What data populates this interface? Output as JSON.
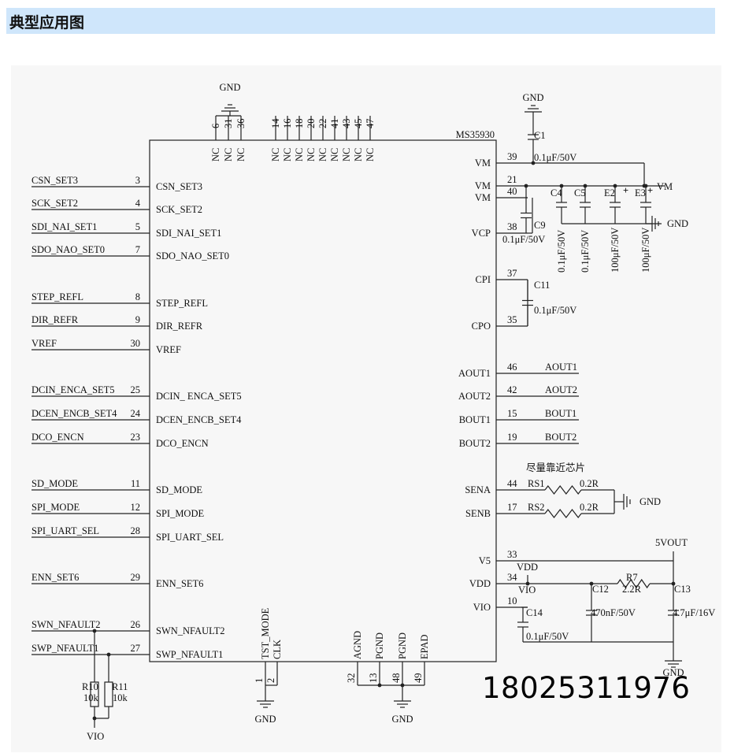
{
  "section_title": "典型应用图",
  "phone_number": "18025311976",
  "chip": {
    "name": "MS35930",
    "left_pins": [
      {
        "net": "CSN_SET3",
        "num": "3",
        "label": "CSN_SET3"
      },
      {
        "net": "SCK_SET2",
        "num": "4",
        "label": "SCK_SET2"
      },
      {
        "net": "SDI_NAI_SET1",
        "num": "5",
        "label": "SDI_NAI_SET1"
      },
      {
        "net": "SDO_NAO_SET0",
        "num": "7",
        "label": "SDO_NAO_SET0"
      },
      {
        "net": "STEP_REFL",
        "num": "8",
        "label": "STEP_REFL"
      },
      {
        "net": "DIR_REFR",
        "num": "9",
        "label": "DIR_REFR"
      },
      {
        "net": "VREF",
        "num": "30",
        "label": "VREF"
      },
      {
        "net": "DCIN_ENCA_SET5",
        "num": "25",
        "label": "DCIN_ ENCA_SET5"
      },
      {
        "net": "DCEN_ENCB_SET4",
        "num": "24",
        "label": "DCEN_ENCB_SET4"
      },
      {
        "net": "DCO_ENCN",
        "num": "23",
        "label": "DCO_ENCN"
      },
      {
        "net": "SD_MODE",
        "num": "11",
        "label": "SD_MODE"
      },
      {
        "net": "SPI_MODE",
        "num": "12",
        "label": "SPI_MODE"
      },
      {
        "net": "SPI_UART_SEL",
        "num": "28",
        "label": "SPI_UART_SEL"
      },
      {
        "net": "ENN_SET6",
        "num": "29",
        "label": "ENN_SET6"
      },
      {
        "net": "SWN_NFAULT2",
        "num": "26",
        "label": "SWN_NFAULT2"
      },
      {
        "net": "SWP_NFAULT1",
        "num": "27",
        "label": "SWP_NFAULT1"
      }
    ],
    "right_pins": [
      {
        "label": "VM",
        "num": "39"
      },
      {
        "label": "VM",
        "num": "21"
      },
      {
        "label": "VM",
        "num": "40"
      },
      {
        "label": "VCP",
        "num": "38"
      },
      {
        "label": "CPI",
        "num": "37"
      },
      {
        "label": "CPO",
        "num": "35"
      },
      {
        "label": "AOUT1",
        "num": "46",
        "net": "AOUT1"
      },
      {
        "label": "AOUT2",
        "num": "42",
        "net": "AOUT2"
      },
      {
        "label": "BOUT1",
        "num": "15",
        "net": "BOUT1"
      },
      {
        "label": "BOUT2",
        "num": "19",
        "net": "BOUT2"
      },
      {
        "label": "SENA",
        "num": "44"
      },
      {
        "label": "SENB",
        "num": "17"
      },
      {
        "label": "V5",
        "num": "33"
      },
      {
        "label": "VDD",
        "num": "34"
      },
      {
        "label": "VIO",
        "num": "10"
      }
    ],
    "top_nc_left": [
      "6",
      "31",
      "36"
    ],
    "top_nc_right": [
      "14",
      "16",
      "18",
      "20",
      "22",
      "41",
      "43",
      "45",
      "47"
    ],
    "nc_label": "NC",
    "bottom_pins": [
      {
        "label": "TST_MODE",
        "num": "1"
      },
      {
        "label": "CLK",
        "num": "2"
      },
      {
        "label": "AGND",
        "num": "32"
      },
      {
        "label": "PGND",
        "num": "13"
      },
      {
        "label": "PGND",
        "num": "48"
      },
      {
        "label": "EPAD",
        "num": "49"
      }
    ]
  },
  "components": {
    "c1": {
      "ref": "C1",
      "value": "0.1μF/50V"
    },
    "c4": {
      "ref": "C4",
      "value": "0.1μF/50V"
    },
    "c5": {
      "ref": "C5",
      "value": "0.1μF/50V"
    },
    "e2": {
      "ref": "E2",
      "value": "100μF/50V"
    },
    "e3": {
      "ref": "E3",
      "value": "100μF/50V"
    },
    "c9": {
      "ref": "C9",
      "value": "0.1μF/50V"
    },
    "c11": {
      "ref": "C11",
      "value": "0.1μF/50V"
    },
    "rs1": {
      "ref": "RS1",
      "value": "0.2R"
    },
    "rs2": {
      "ref": "RS2",
      "value": "0.2R"
    },
    "c12": {
      "ref": "C12",
      "value": "470nF/50V"
    },
    "r7": {
      "ref": "R7",
      "value": "2.2R"
    },
    "c13": {
      "ref": "C13",
      "value": "4.7μF/16V"
    },
    "c14": {
      "ref": "C14",
      "value": "0.1μF/50V"
    },
    "r10": {
      "ref": "R10",
      "value": "10k"
    },
    "r11": {
      "ref": "R11",
      "value": "10k"
    }
  },
  "nets": {
    "gnd": "GND",
    "vm": "VM",
    "vio": "VIO",
    "vdd": "VDD",
    "v5out": "5VOUT"
  },
  "notes": {
    "sense_note": "尽量靠近芯片"
  }
}
